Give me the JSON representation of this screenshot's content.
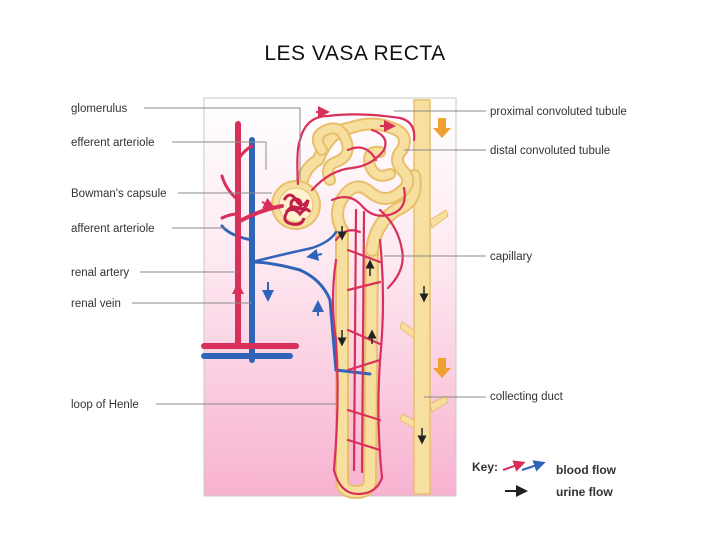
{
  "title": "LES VASA RECTA",
  "labels": {
    "glomerulus": "glomerulus",
    "efferent_arteriole": "efferent arteriole",
    "bowmans_capsule": "Bowman's capsule",
    "afferent_arteriole": "afferent arteriole",
    "renal_artery": "renal artery",
    "renal_vein": "renal vein",
    "loop_of_henle": "loop of Henle",
    "proximal_convoluted_tubule": "proximal convoluted tubule",
    "distal_convoluted_tubule": "distal convoluted tubule",
    "capillary": "capillary",
    "collecting_duct": "collecting duct"
  },
  "key": {
    "heading": "Key:",
    "blood_flow": "blood flow",
    "urine_flow": "urine flow"
  },
  "colors": {
    "vessel_red": "#d8305a",
    "vessel_blue": "#2f64b8",
    "tubule_cream": "#f7dfa0",
    "tubule_outline": "#e8bf6a",
    "arrow_orange": "#f0a030",
    "background_top": "#ffffff",
    "background_bottom": "#f7b2cf"
  }
}
